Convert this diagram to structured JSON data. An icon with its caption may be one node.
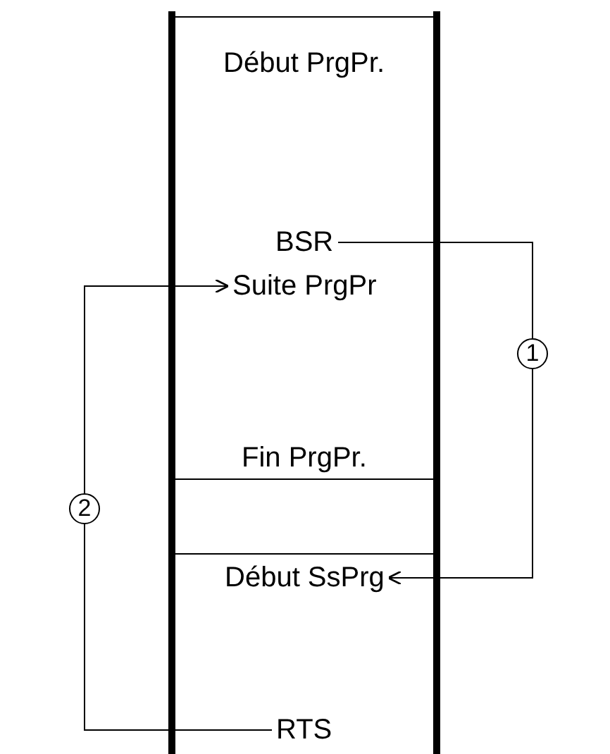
{
  "diagram": {
    "nodes": [
      {
        "text": [
          "Début PrgPr."
        ]
      },
      {
        "text": [
          "BSR"
        ]
      },
      {
        "text": [
          "Suite PrgPr"
        ]
      },
      {
        "text": [
          "Fin PrgPr."
        ]
      },
      {
        "text": [
          "Début SsPrg"
        ]
      },
      {
        "text": [
          "RTS"
        ]
      }
    ],
    "edges": [
      {
        "from": 1,
        "to": 4,
        "arrow": "to",
        "label": "1"
      },
      {
        "from": 5,
        "to": 2,
        "arrow": "to",
        "label": "2"
      }
    ]
  }
}
